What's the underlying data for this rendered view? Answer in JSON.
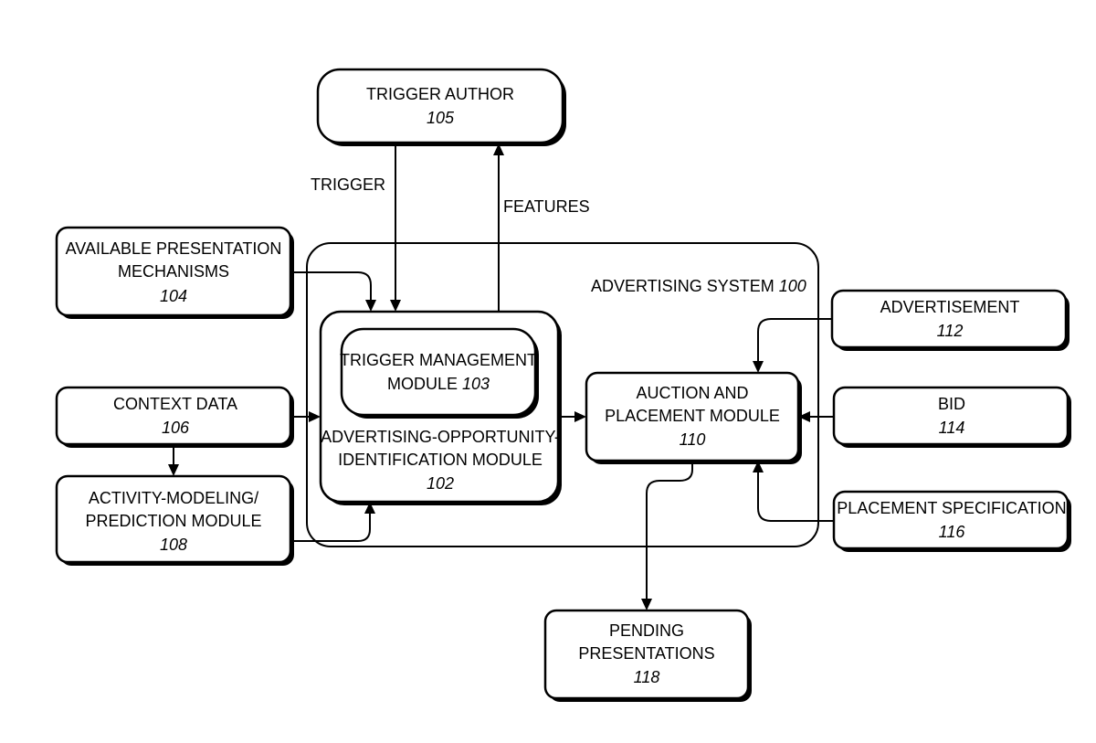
{
  "system": {
    "label": "ADVERTISING SYSTEM",
    "number": "100"
  },
  "boxes": {
    "trigger_author": {
      "line1": "TRIGGER AUTHOR",
      "number": "105"
    },
    "available_presentation": {
      "line1": "AVAILABLE PRESENTATION",
      "line2": "MECHANISMS",
      "number": "104"
    },
    "context_data": {
      "line1": "CONTEXT DATA",
      "number": "106"
    },
    "activity_modeling": {
      "line1": "ACTIVITY-MODELING/",
      "line2": "PREDICTION MODULE",
      "number": "108"
    },
    "ad_opportunity": {
      "line1": "ADVERTISING-OPPORTUNITY-",
      "line2": "IDENTIFICATION MODULE",
      "number": "102"
    },
    "trigger_management": {
      "line1": "TRIGGER MANAGEMENT",
      "line2": "MODULE",
      "number": "103"
    },
    "auction_placement": {
      "line1": "AUCTION AND",
      "line2": "PLACEMENT MODULE",
      "number": "110"
    },
    "advertisement": {
      "line1": "ADVERTISEMENT",
      "number": "112"
    },
    "bid": {
      "line1": "BID",
      "number": "114"
    },
    "placement_spec": {
      "line1": "PLACEMENT SPECIFICATION",
      "number": "116"
    },
    "pending_presentations": {
      "line1": "PENDING",
      "line2": "PRESENTATIONS",
      "number": "118"
    }
  },
  "edge_labels": {
    "trigger": "TRIGGER",
    "features": "FEATURES"
  }
}
